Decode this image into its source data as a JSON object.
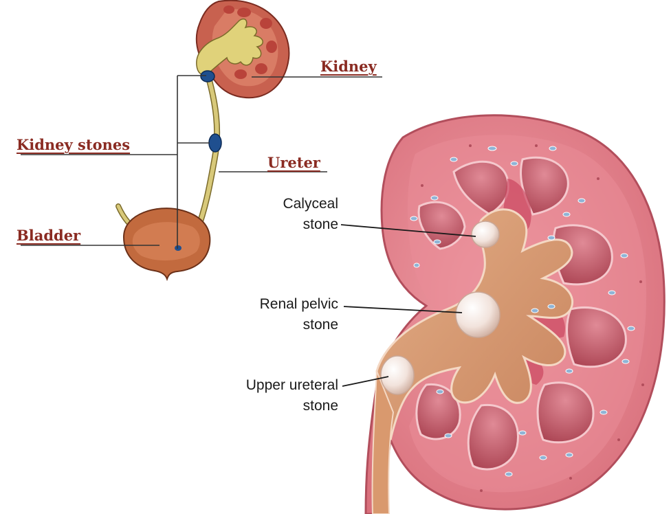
{
  "labels": {
    "kidney": "Kidney",
    "kidney_stones": "Kidney stones",
    "ureter": "Ureter",
    "bladder": "Bladder"
  },
  "stones": {
    "calyceal": [
      "Calyceal",
      "stone"
    ],
    "renal_pelvic": [
      "Renal pelvic",
      "stone"
    ],
    "upper_ureteral": [
      "Upper ureteral",
      "stone"
    ]
  },
  "colors": {
    "label_red": "#8a2b22",
    "kidney_pink": "#d9737e",
    "pelvis_orange": "#d89a6e",
    "stone_blue": "#1f4f8f",
    "ureter_yellow": "#cfc07a"
  }
}
